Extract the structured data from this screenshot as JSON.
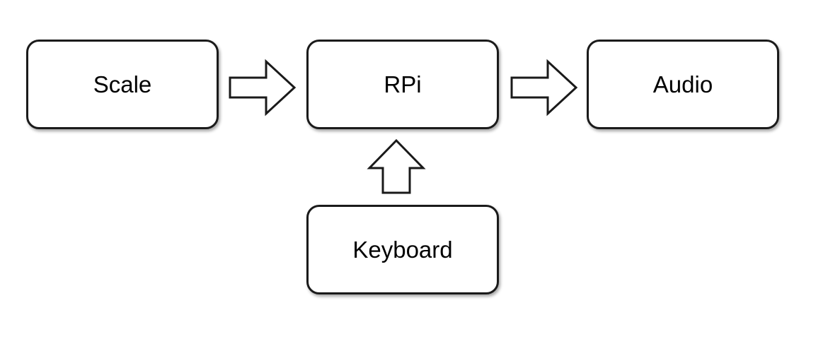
{
  "diagram": {
    "nodes": {
      "scale": "Scale",
      "rpi": "RPi",
      "audio": "Audio",
      "keyboard": "Keyboard"
    },
    "edges": [
      {
        "from": "scale",
        "to": "rpi"
      },
      {
        "from": "rpi",
        "to": "audio"
      },
      {
        "from": "keyboard",
        "to": "rpi"
      }
    ],
    "colors": {
      "stroke": "#1a1a1a",
      "fill": "#ffffff",
      "text": "#000000"
    }
  }
}
